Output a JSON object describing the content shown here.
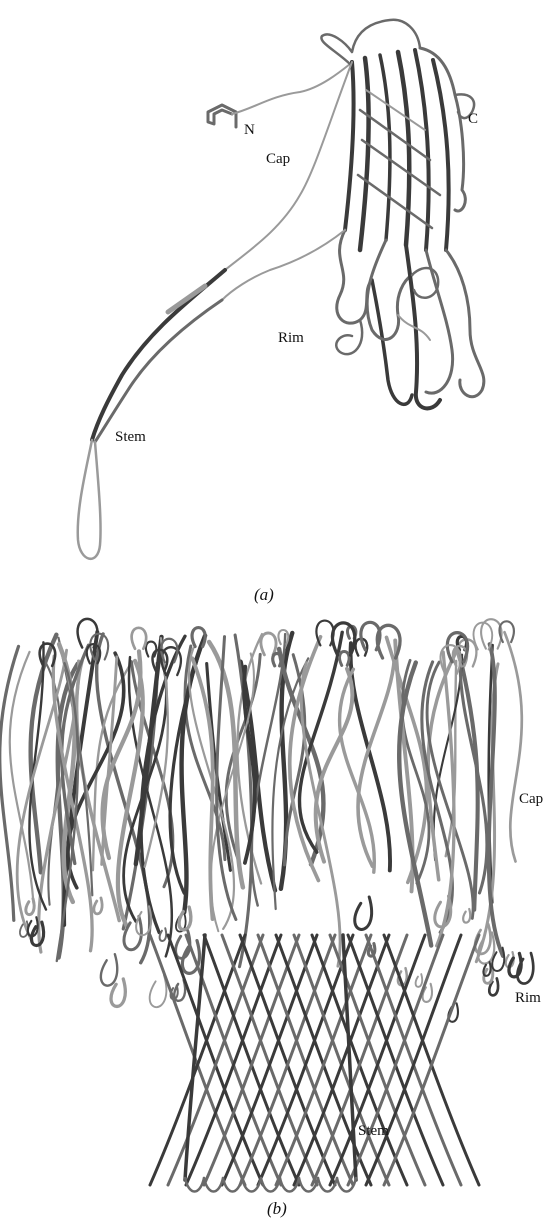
{
  "panel_a": {
    "labels": {
      "n": "N",
      "c": "C",
      "cap": "Cap",
      "rim": "Rim",
      "stem": "Stem"
    },
    "caption": "(a)"
  },
  "panel_b": {
    "labels": {
      "cap": "Cap",
      "rim": "Rim",
      "stem": "Stem"
    },
    "caption": "(b)"
  },
  "colors": {
    "ribbon_dark": "#3a3a3a",
    "ribbon_mid": "#6a6a6a",
    "ribbon_light": "#9a9a9a",
    "background": "#ffffff"
  }
}
